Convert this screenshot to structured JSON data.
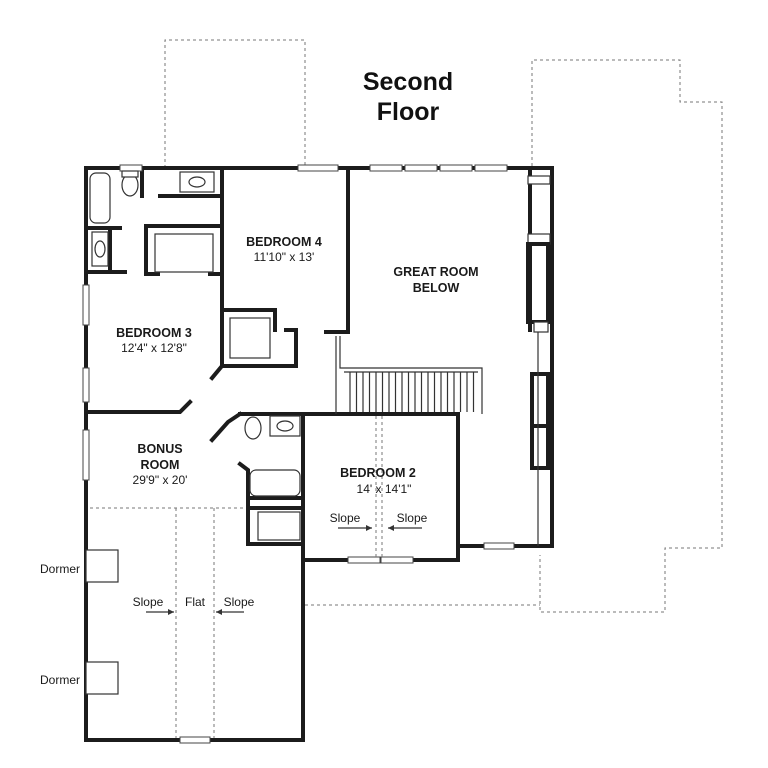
{
  "title": {
    "line1": "Second",
    "line2": "Floor"
  },
  "rooms": {
    "bedroom4": {
      "name": "BEDROOM 4",
      "dim": "11'10\" x 13'"
    },
    "great_room": {
      "line1": "GREAT ROOM",
      "line2": "BELOW"
    },
    "bedroom3": {
      "name": "BEDROOM 3",
      "dim": "12'4\" x 12'8\""
    },
    "bonus": {
      "line1": "BONUS",
      "line2": "ROOM",
      "dim": "29'9\" x 20'"
    },
    "bedroom2": {
      "name": "BEDROOM 2",
      "dim": "14' x 14'1\""
    }
  },
  "notes": {
    "slope_left": "Slope",
    "flat": "Flat",
    "slope_right": "Slope",
    "bed2_slope_left": "Slope",
    "bed2_slope_right": "Slope",
    "dormer_upper": "Dormer",
    "dormer_lower": "Dormer"
  }
}
